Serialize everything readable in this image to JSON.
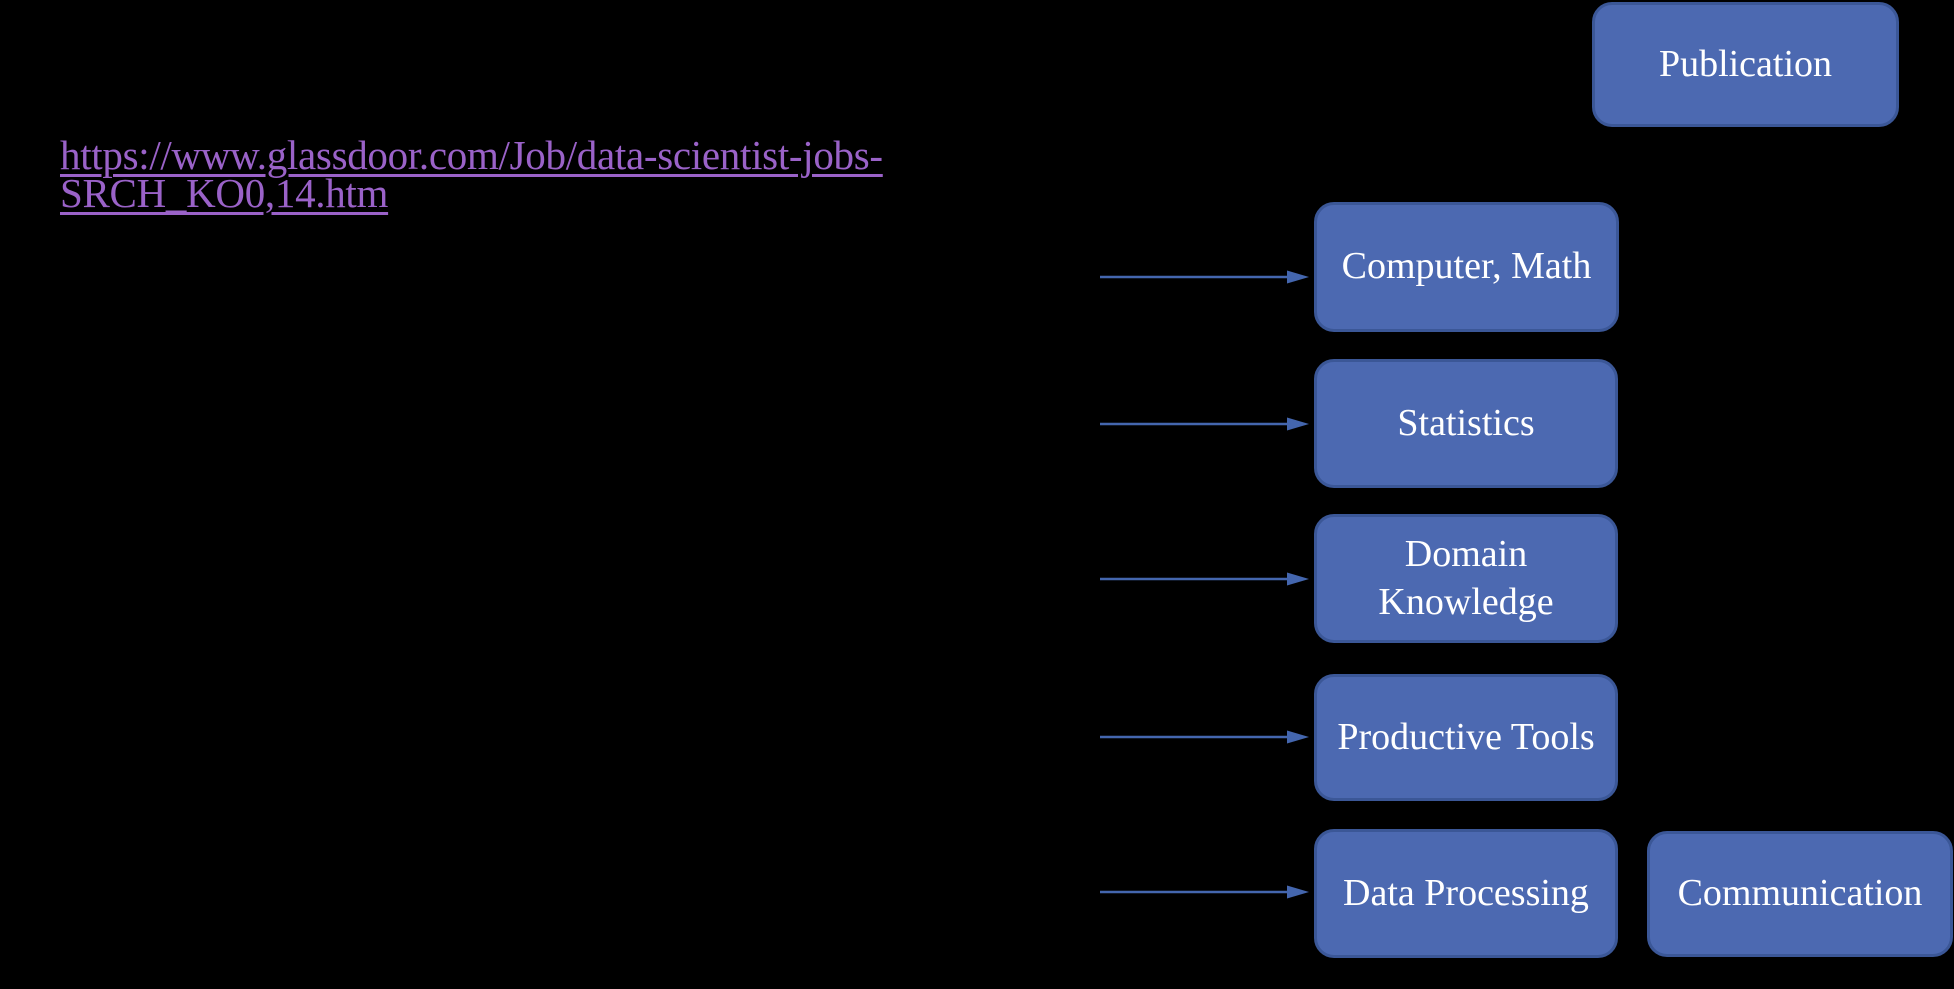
{
  "slide": {
    "background_color": "#000000"
  },
  "link": {
    "line1": "https://www.glassdoor.com/Job/data-scientist-jobs-",
    "line2": "SRCH_KO0,14.htm",
    "url": "https://www.glassdoor.com/Job/data-scientist-jobs-SRCH_KO0,14.htm",
    "color": "#9A62C8"
  },
  "diagram": {
    "node_fill_color": "#4C69B1",
    "node_border_color": "#3B5797",
    "node_text_color": "#FFFFFF",
    "arrow_color": "#4466AE",
    "nodes": [
      {
        "id": "publication",
        "label": "Publication"
      },
      {
        "id": "computer-math",
        "label": "Computer, Math"
      },
      {
        "id": "statistics",
        "label": "Statistics"
      },
      {
        "id": "domain-knowledge",
        "label": "Domain Knowledge"
      },
      {
        "id": "productive-tools",
        "label": "Productive Tools"
      },
      {
        "id": "data-processing",
        "label": "Data Processing"
      },
      {
        "id": "communication",
        "label": "Communication"
      }
    ],
    "connectors": [
      {
        "to": "Computer, Math"
      },
      {
        "to": "Statistics"
      },
      {
        "to": "Domain Knowledge"
      },
      {
        "to": "Productive Tools"
      },
      {
        "to": "Data Processing"
      }
    ]
  }
}
